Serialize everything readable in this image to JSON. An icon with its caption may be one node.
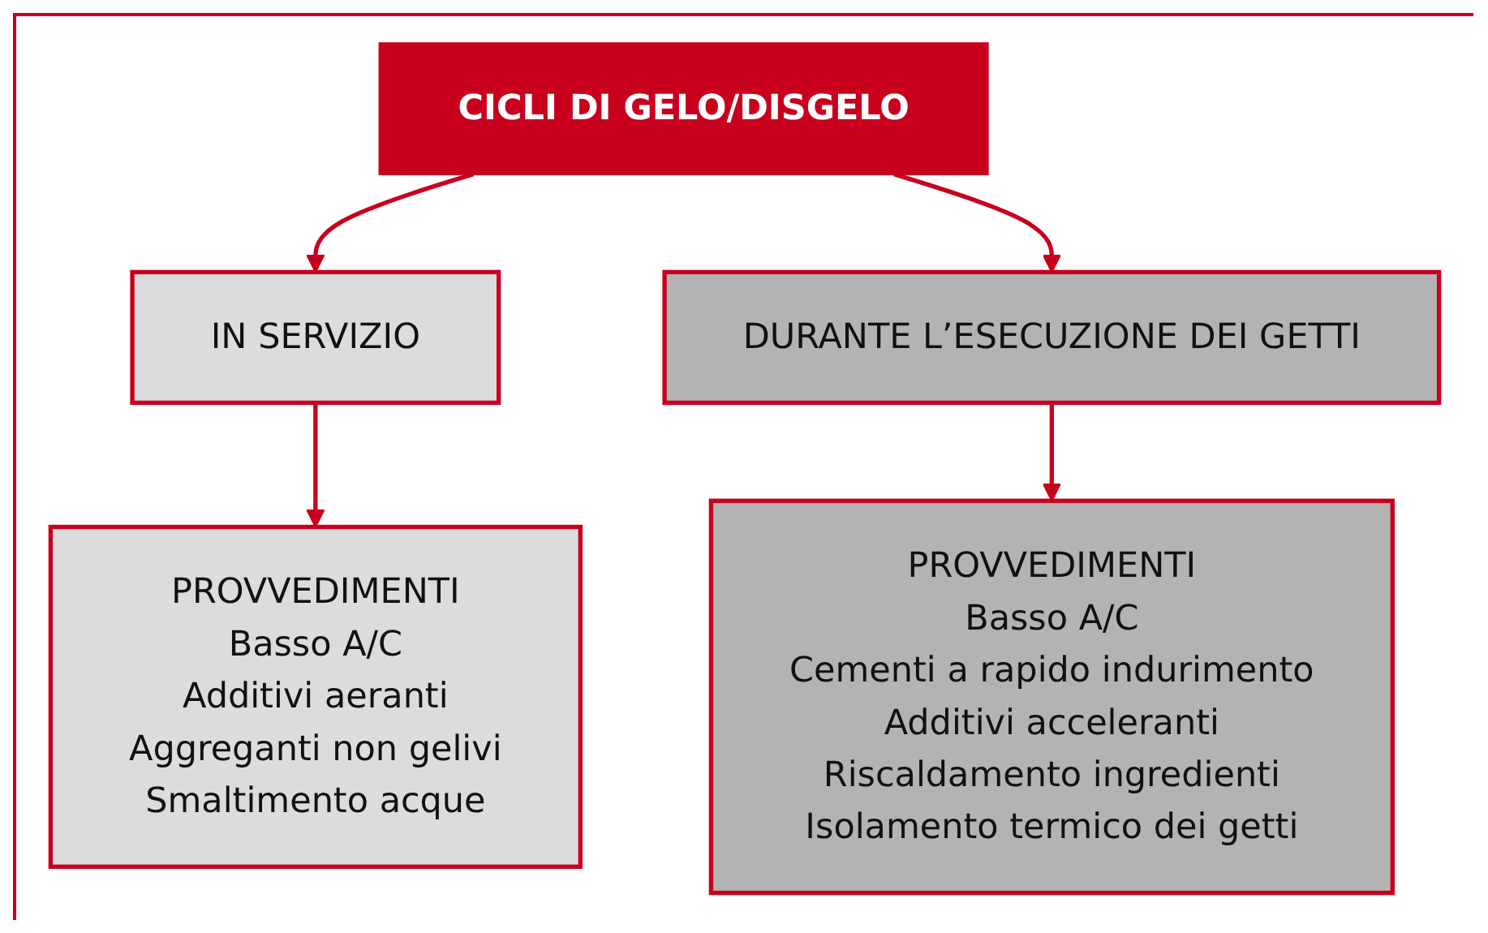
{
  "diagram": {
    "nodes": [
      {
        "text": [
          "CICLI DI GELO/DISGELO"
        ]
      },
      {
        "text": [
          "IN SERVIZIO"
        ]
      },
      {
        "text": [
          "DURANTE L’ESECUZIONE DEI GETTI"
        ]
      },
      {
        "text": [
          "PROVVEDIMENTI",
          "Basso A/C",
          "Additivi aeranti",
          "Aggreganti non gelivi",
          "Smaltimento acque"
        ]
      },
      {
        "text": [
          "PROVVEDIMENTI",
          "Basso A/C",
          "Cementi a rapido indurimento",
          "Additivi acceleranti",
          "Riscaldamento ingredienti",
          "Isolamento termico dei getti"
        ]
      }
    ],
    "edges": [
      {
        "from": 0,
        "to": 1,
        "arrow": "to"
      },
      {
        "from": 0,
        "to": 2,
        "arrow": "to"
      },
      {
        "from": 1,
        "to": 3,
        "arrow": "to"
      },
      {
        "from": 2,
        "to": 4,
        "arrow": "to"
      }
    ]
  }
}
